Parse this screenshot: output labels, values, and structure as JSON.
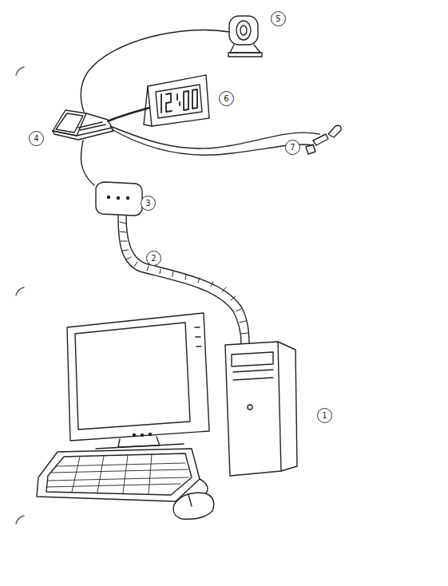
{
  "diagram": {
    "labels": [
      "5",
      "6",
      "4",
      "7",
      "3",
      "2",
      "1"
    ]
  }
}
